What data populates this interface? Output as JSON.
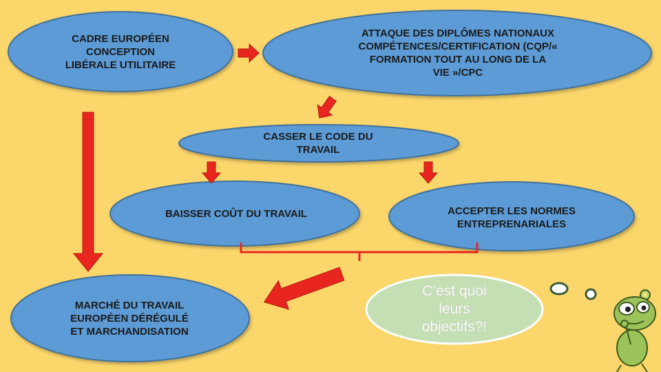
{
  "nodes": {
    "cadre": "CADRE EUROPÉEN\nCONCEPTION\nLIBÉRALE UTILITAIRE",
    "attaque": "ATTAQUE DES DIPLÔMES NATIONAUX\nCOMPÉTENCES/CERTIFICATION (CQP/«\nFORMATION TOUT AU LONG DE LA\nVIE »/CPC",
    "casser": "CASSER LE CODE DU\nTRAVAIL",
    "baisser": "BAISSER COÛT DU TRAVAIL",
    "accepter": "ACCEPTER LES NORMES\nENTREPRENARIALES",
    "marche": "MARCHÉ DU TRAVAIL\nEUROPÉEN DÉRÉGULÉ\nET MARCHANDISATION"
  },
  "thought_bubble": "C’est quoi\nleurs\nobjectifs?!",
  "colors": {
    "background": "#FBD66B",
    "node_fill": "#5B9BD5",
    "node_stroke": "#41719C",
    "arrow": "#E8261F",
    "bubble_fill": "#C5DFB4",
    "bubble_stroke": "#FFFFFF",
    "frog": "#9CC25A"
  },
  "icons": {
    "mascot": "thinking-frog-icon"
  }
}
